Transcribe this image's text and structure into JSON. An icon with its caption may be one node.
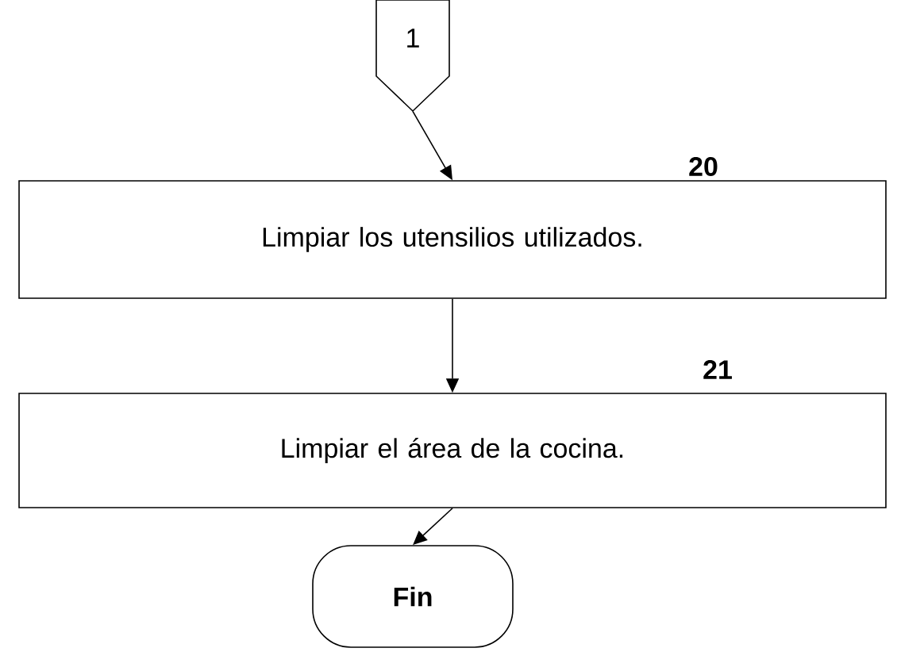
{
  "diagram": {
    "nodes": [
      {
        "text": [
          "1"
        ]
      },
      {
        "text": [
          "Limpiar los utensilios utilizados."
        ],
        "beside": [
          "20"
        ]
      },
      {
        "text": [
          "Limpiar el área de la cocina."
        ],
        "beside": [
          "21"
        ]
      },
      {
        "text": [
          "Fin"
        ]
      }
    ],
    "edges": [
      {
        "from": 0,
        "to": 1,
        "arrow": "to"
      },
      {
        "from": 1,
        "to": 2,
        "arrow": "to"
      },
      {
        "from": 2,
        "to": 3,
        "arrow": "to"
      }
    ]
  }
}
